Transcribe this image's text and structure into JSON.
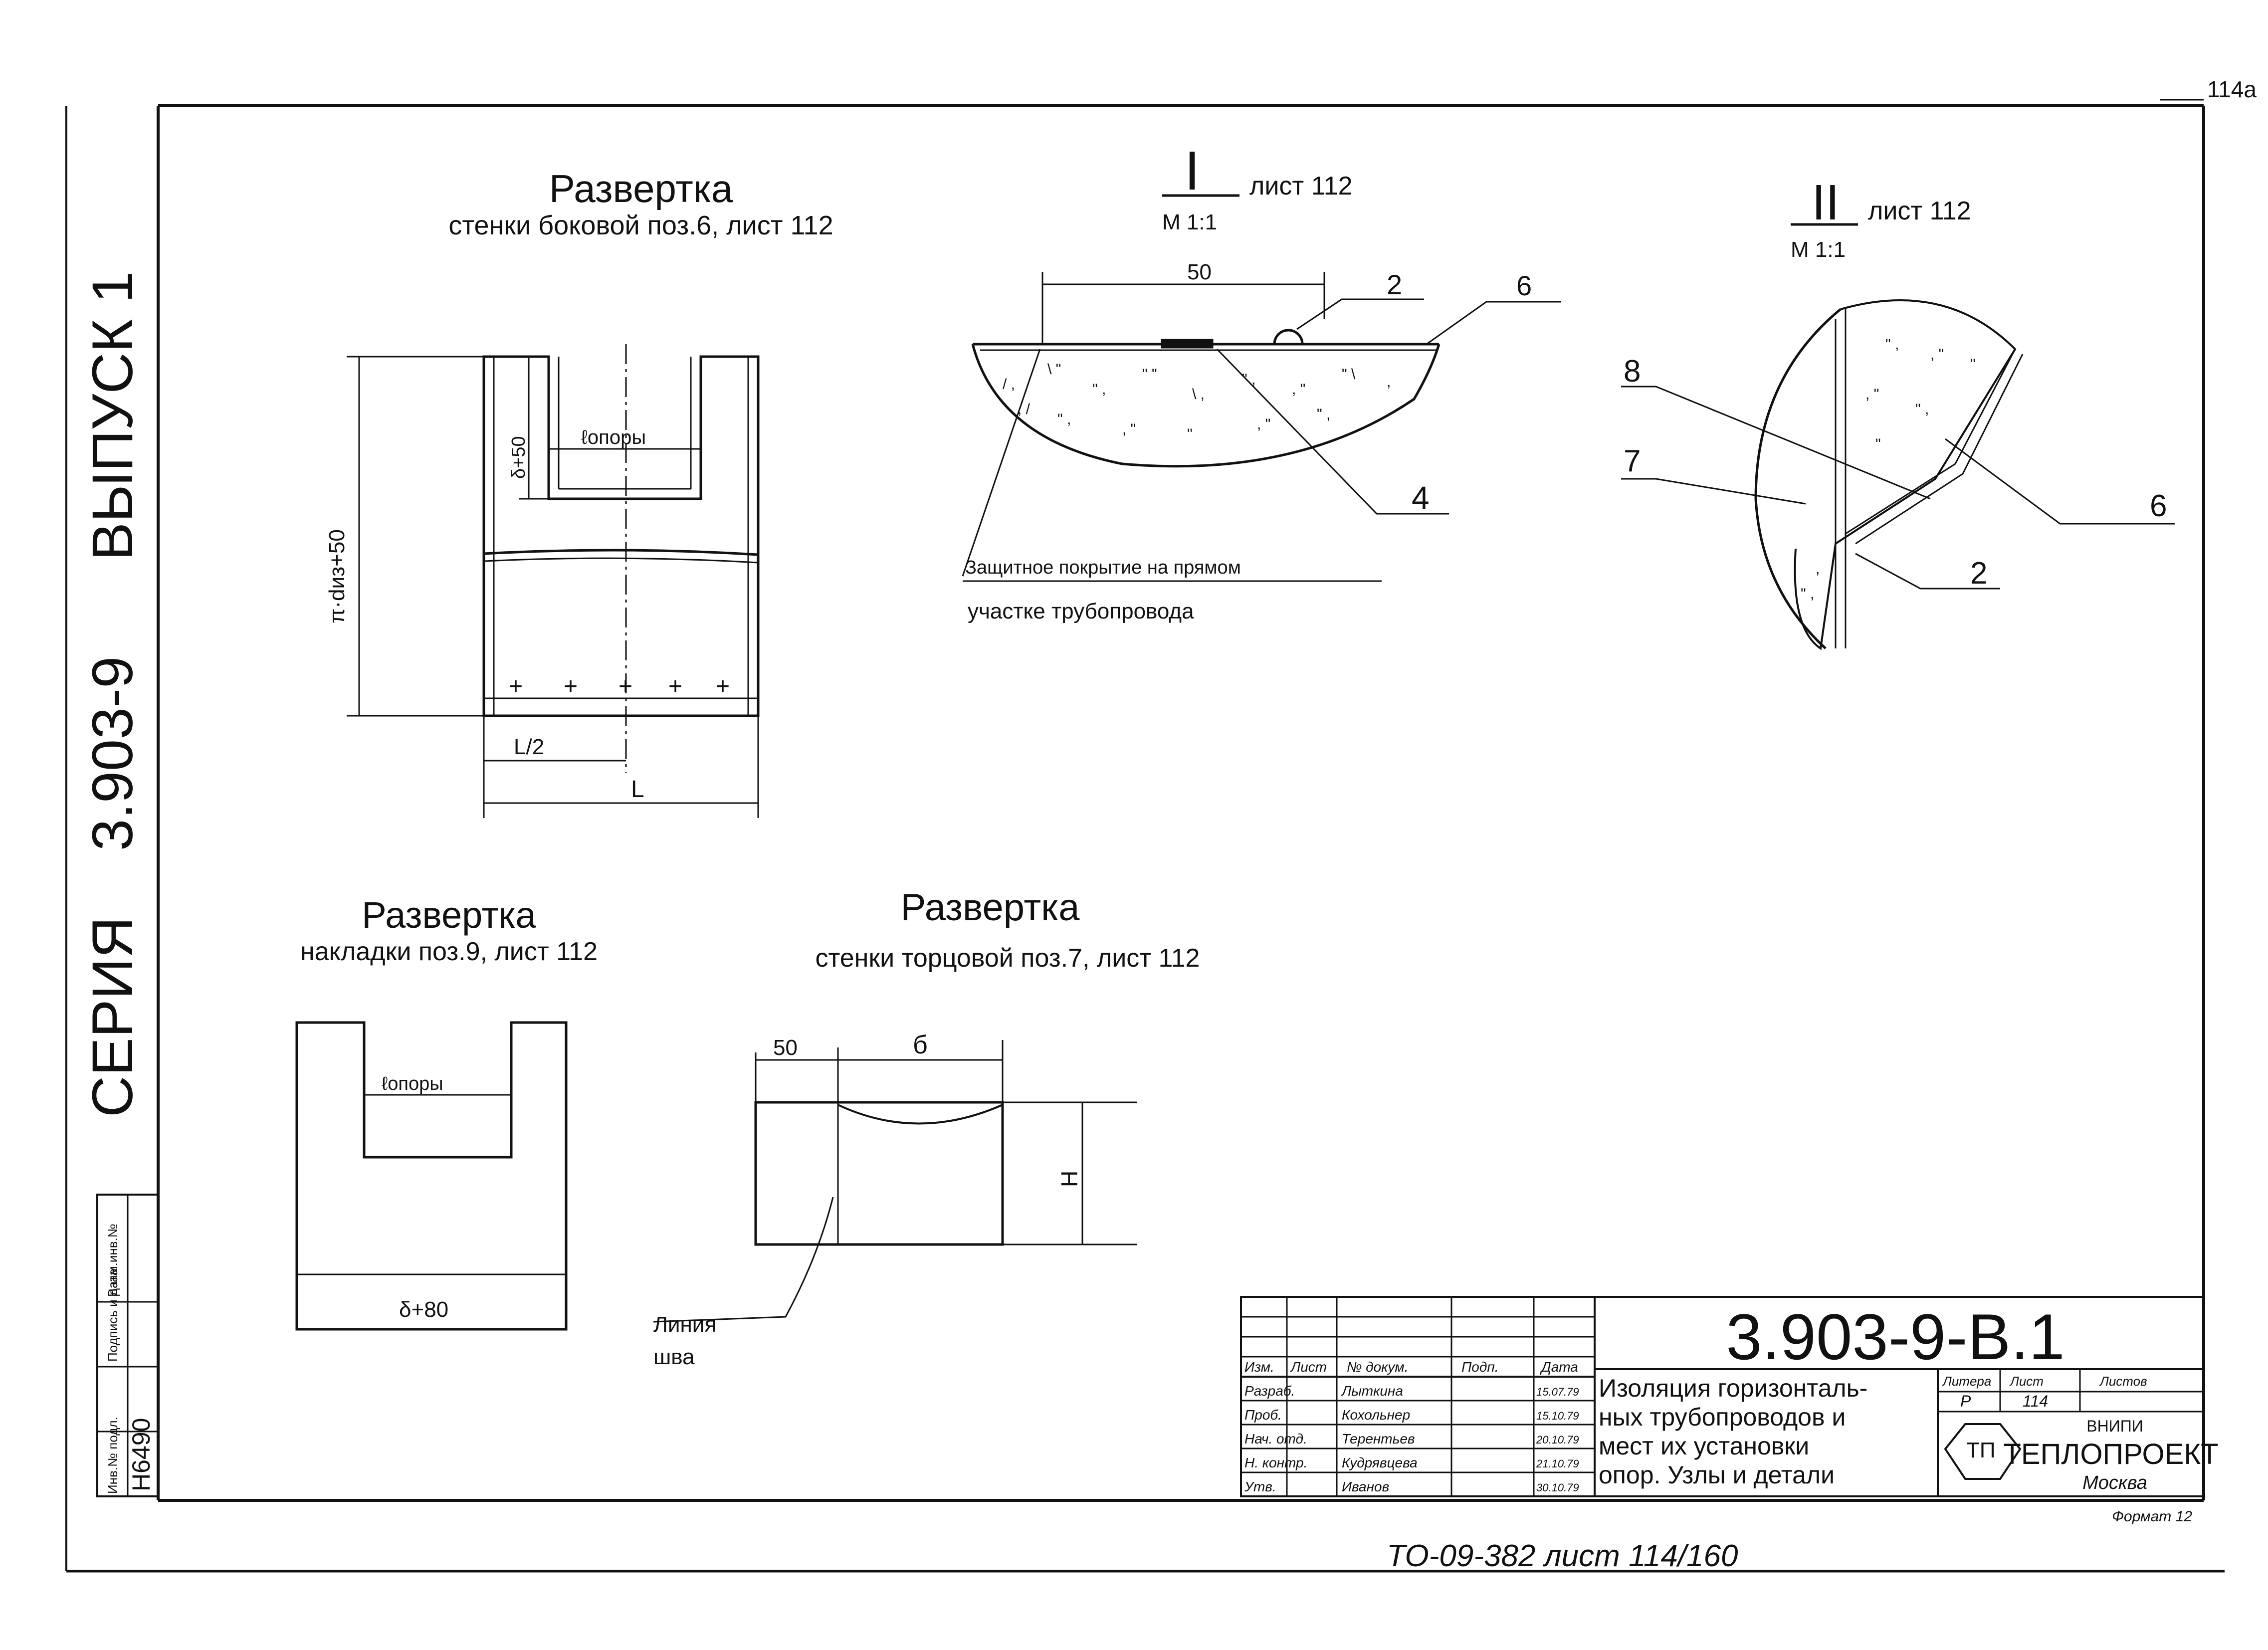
{
  "corner_number": "114а",
  "side_title": {
    "series_label": "СЕРИЯ",
    "series_number": "3.903-9",
    "issue": "ВЫПУСК 1"
  },
  "side_stamp": {
    "cells": [
      "Инв.№ подл.",
      "Подпись и дата",
      "Взам.инв.№"
    ],
    "value": "H6490"
  },
  "view1": {
    "title": "Развертка",
    "subtitle": "стенки боковой поз.6, лист 112",
    "dims": {
      "height": "π·dиз+50",
      "delta50": "δ+50",
      "l_support": "ℓопоры",
      "half_l": "L/2",
      "l": "L"
    },
    "marks": [
      "+",
      "+",
      "+",
      "+",
      "+"
    ]
  },
  "view2": {
    "title": "Развертка",
    "subtitle": "накладки поз.9, лист 112",
    "dims": {
      "l_support": "ℓопоры",
      "width": "δ+80"
    }
  },
  "view3": {
    "title": "Развертка",
    "subtitle": "стенки торцовой поз.7, лист 112",
    "dims": {
      "left": "50",
      "b": "б",
      "h": "Н"
    },
    "seam_label_1": "Линия",
    "seam_label_2": "шва"
  },
  "detail1": {
    "numeral": "I",
    "sheet_ref": "лист 112",
    "scale": "М 1:1",
    "dim": "50",
    "callouts": [
      "2",
      "6",
      "4"
    ],
    "note_line1": "Защитное покрытие на прямом",
    "note_line2": "участке трубопровода"
  },
  "detail2": {
    "numeral": "II",
    "sheet_ref": "лист 112",
    "scale": "М 1:1",
    "callouts": [
      "8",
      "7",
      "6",
      "2"
    ]
  },
  "title_block": {
    "code": "3.903-9-В.1",
    "headers": [
      "Изм.",
      "Лист",
      "№ докум.",
      "Подп.",
      "Дата"
    ],
    "rows": [
      {
        "role": "Разраб.",
        "name": "Лыткина",
        "date": "15.07.79"
      },
      {
        "role": "Проб.",
        "name": "Кохольнер",
        "date": "15.10.79"
      },
      {
        "role": "Нач. отд.",
        "name": "Терентьев",
        "date": "20.10.79"
      },
      {
        "role": "Н. контр.",
        "name": "Кудрявцева",
        "date": "21.10.79"
      },
      {
        "role": "Утв.",
        "name": "Иванов",
        "date": "30.10.79"
      }
    ],
    "description": [
      "Изоляция горизонталь-",
      "ных трубопроводов и",
      "мест их установки",
      "опор. Узлы и детали"
    ],
    "lit_headers": [
      "Литера",
      "Лист",
      "Листов"
    ],
    "lit_values": [
      "Р",
      "114",
      ""
    ],
    "org_top": "ВНИПИ",
    "org_name": "ТЕПЛОПРОЕКТ",
    "org_city": "Москва",
    "logo_letters": "ТП"
  },
  "format_note": "Формат 12",
  "bottom_ref": "ТО-09-382   лист 114/160"
}
